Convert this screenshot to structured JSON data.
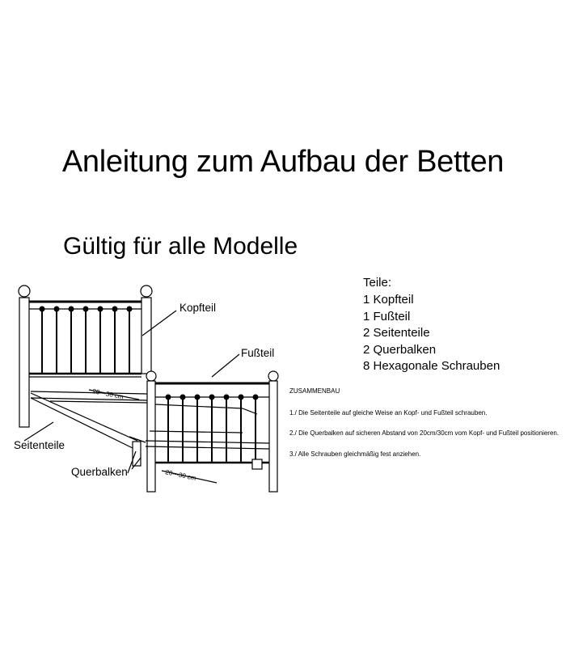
{
  "title": "Anleitung zum Aufbau der Betten",
  "subtitle": "Gültig für alle Modelle",
  "parts": {
    "heading": "Teile:",
    "items": [
      "1 Kopfteil",
      "1 Fußteil",
      "2 Seitenteile",
      "2 Querbalken",
      "8 Hexagonale Schrauben"
    ]
  },
  "assembly": {
    "heading": "ZUSAMMENBAU",
    "steps": [
      "1./ Die Seitenteile auf gleiche Weise an Kopf- und Fußteil schrauben.",
      "2./ Die Querbalken auf sicheren Abstand von 20cm/30cm vom Kopf- und Fußteil positionieren.",
      "3./ Alle Schrauben gleichmäßig fest anziehen."
    ]
  },
  "diagram": {
    "labels": {
      "headboard": "Kopfteil",
      "footboard": "Fußteil",
      "side_rails": "Seitenteile",
      "crossbars": "Querbalken"
    },
    "dimensions": {
      "upper": "20---30 cm",
      "lower": "20---30 cm"
    }
  }
}
